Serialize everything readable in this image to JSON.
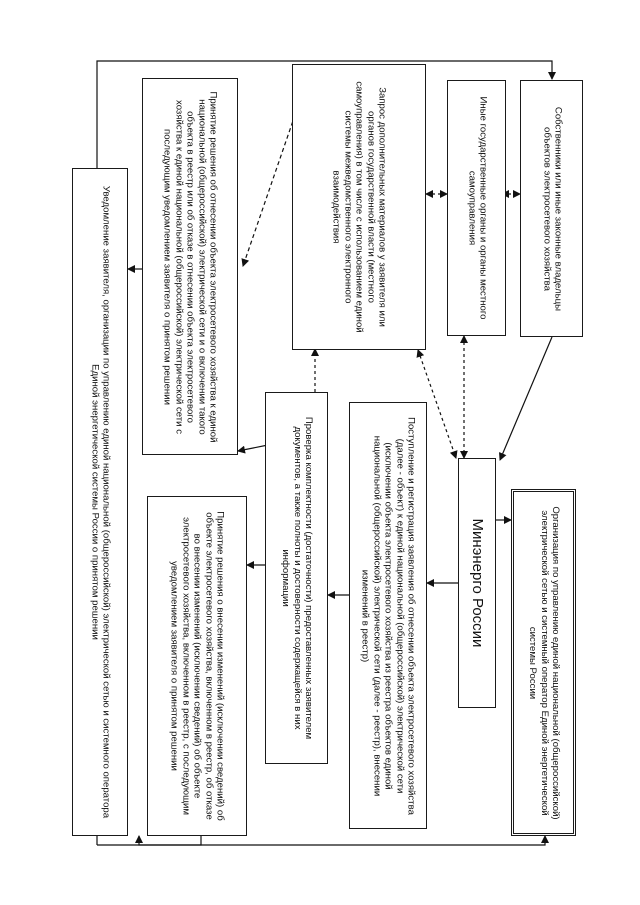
{
  "nodes": {
    "owners": "Собственники или иные законные владельцы объектов электросетевого хозяйства",
    "gov_bodies": "Иные государственные органы и органы местного самоуправления",
    "request_materials": "Запрос дополнительных материалов у заявителя или органов государственной власти (местного самоуправления) в том числе с использованием единой системы межведомственного электронного взаимодействия",
    "decision_assign": "Принятие решения об отнесении объекта электросетевого хозяйства к единой национальной (общероссийской) электрической сети и о включении такого объекта в реестр или об отказе в отнесении объекта электросетевого хозяйства к единой национальной (общероссийской) электрической сети с последующим уведомлением заявителя о принятом решении",
    "notification": "Уведомление заявителя, организации по управлению единой национальной (общероссийской) электрической сетью и системного оператора Единой энергетической системы России о принятом решении",
    "organization": "Организация по управлению единой национальной (общероссийской) электрической сетью и системный оператор Единой энергетической системы России",
    "ministry": "Минэнерго России",
    "receipt": "Поступление  и регистрация заявления об отнесении объекта электросетевого хозяйства (далее - объект) к единой национальной (общероссийской) электрической сети (исключении объекта электросетевого хозяйства из реестра объектов единой национальной (общероссийской) электрической сети (далее - реестр), внесении изменений в реестр)",
    "check": "Проверка комплектности (достаточности) предоставленных заявителем документов, а также полноты и достоверности содержащейся в них информации",
    "decision_changes": "Принятие решения о внесении изменений (исключении сведений) об объекте электросетевого хозяйства, включенном в реестр, об отказе во внесении изменений (исключении сведений) об объекте электросетевого хозяйства, включенном в реестр, с последующим уведомлением заявителя о принятом решении"
  }
}
